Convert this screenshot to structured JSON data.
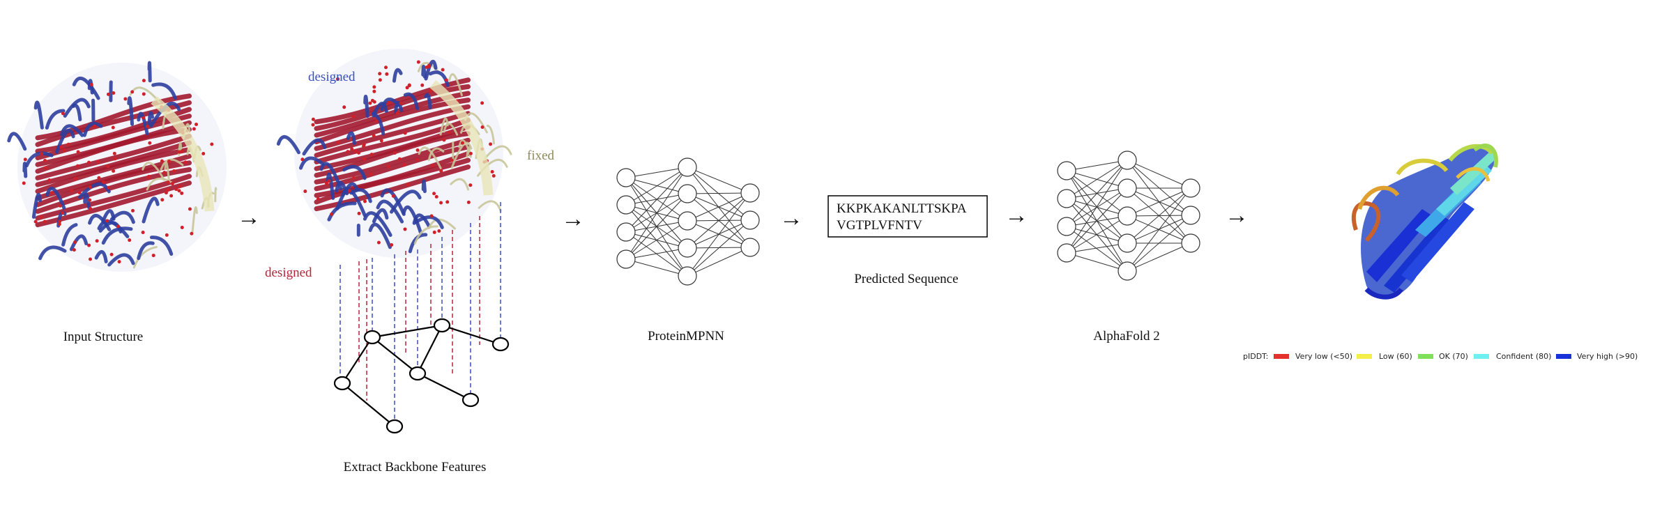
{
  "labels": {
    "input_structure": "Input Structure",
    "extract_features": "Extract Backbone Features",
    "proteinmpnn": "ProteinMPNN",
    "predicted_sequence": "Predicted Sequence",
    "alphafold": "AlphaFold 2",
    "designed_top": "designed",
    "designed_bottom": "designed",
    "fixed": "fixed"
  },
  "sequence": {
    "line1": "KKPKAKANLTTSKPA",
    "line2": "VGTPLVFNTV"
  },
  "arrow_glyph": "→",
  "colors": {
    "designed_blue": "#3a4fbf",
    "designed_red": "#b8243a",
    "fixed_olive": "#8c8a5a",
    "strand_red": "#a3192f",
    "strand_blue": "#2d3f9e",
    "fixed_pale": "#e8e6b8"
  },
  "legend": {
    "title": "pIDDT:",
    "items": [
      {
        "label": "Very low (<50)",
        "color": "#e4312b"
      },
      {
        "label": "Low (60)",
        "color": "#f5ee4a"
      },
      {
        "label": "OK (70)",
        "color": "#7fe05a"
      },
      {
        "label": "Confident (80)",
        "color": "#6ff0f0"
      },
      {
        "label": "Very high (>90)",
        "color": "#1632d8"
      }
    ]
  }
}
